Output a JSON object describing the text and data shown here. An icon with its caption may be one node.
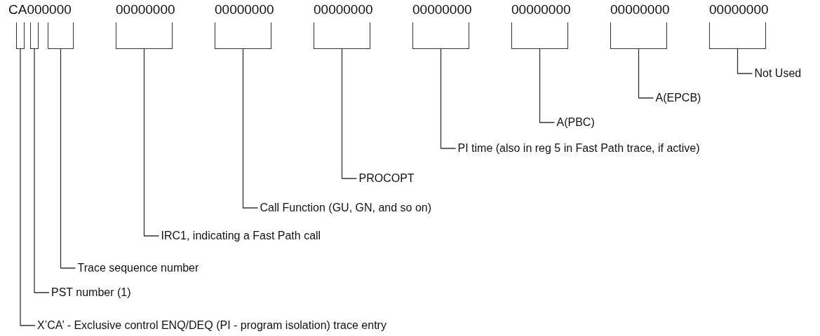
{
  "diagram": {
    "nodes": [
      {
        "text": [
          "CA000000"
        ]
      },
      {
        "text": [
          "00000000"
        ]
      },
      {
        "text": [
          "00000000"
        ]
      },
      {
        "text": [
          "00000000"
        ]
      },
      {
        "text": [
          "00000000"
        ]
      },
      {
        "text": [
          "00000000"
        ]
      },
      {
        "text": [
          "00000000"
        ]
      },
      {
        "text": [
          "00000000"
        ]
      },
      {
        "text": [],
        "shape": "bracket"
      },
      {
        "text": [],
        "shape": "bracket"
      },
      {
        "text": [],
        "shape": "bracket"
      },
      {
        "text": [],
        "shape": "bracket"
      },
      {
        "text": [],
        "shape": "bracket"
      },
      {
        "text": [],
        "shape": "bracket"
      },
      {
        "text": [],
        "shape": "bracket"
      },
      {
        "text": [],
        "shape": "bracket"
      },
      {
        "text": [],
        "shape": "bracket"
      },
      {
        "text": [],
        "shape": "bracket"
      },
      {
        "text": [
          "Not Used"
        ]
      },
      {
        "text": [
          "A(EPCB)"
        ]
      },
      {
        "text": [
          "A(PBC)"
        ]
      },
      {
        "text": [
          "PI time (also in reg 5 in Fast Path trace, if active)"
        ]
      },
      {
        "text": [
          "PROCOPT"
        ]
      },
      {
        "text": [
          "Call Function (GU, GN, and so on)"
        ]
      },
      {
        "text": [
          "IRC1, indicating a Fast Path call"
        ]
      },
      {
        "text": [
          "Trace sequence number"
        ]
      },
      {
        "text": [
          "PST number (1)"
        ]
      },
      {
        "text": [
          "X’CA’ - Exclusive control ENQ/DEQ (PI - program isolation) trace entry"
        ]
      }
    ],
    "edges": [
      {
        "from": 18,
        "to": 17,
        "arrow": "none"
      },
      {
        "from": 19,
        "to": 16,
        "arrow": "none"
      },
      {
        "from": 20,
        "to": 15,
        "arrow": "none"
      },
      {
        "from": 21,
        "to": 14,
        "arrow": "none"
      },
      {
        "from": 22,
        "to": 13,
        "arrow": "none"
      },
      {
        "from": 23,
        "to": 12,
        "arrow": "none"
      },
      {
        "from": 24,
        "to": 11,
        "arrow": "none"
      },
      {
        "from": 25,
        "to": 10,
        "arrow": "none"
      },
      {
        "from": 26,
        "to": 9,
        "arrow": "none"
      },
      {
        "from": 27,
        "to": 8,
        "arrow": "none"
      }
    ]
  }
}
